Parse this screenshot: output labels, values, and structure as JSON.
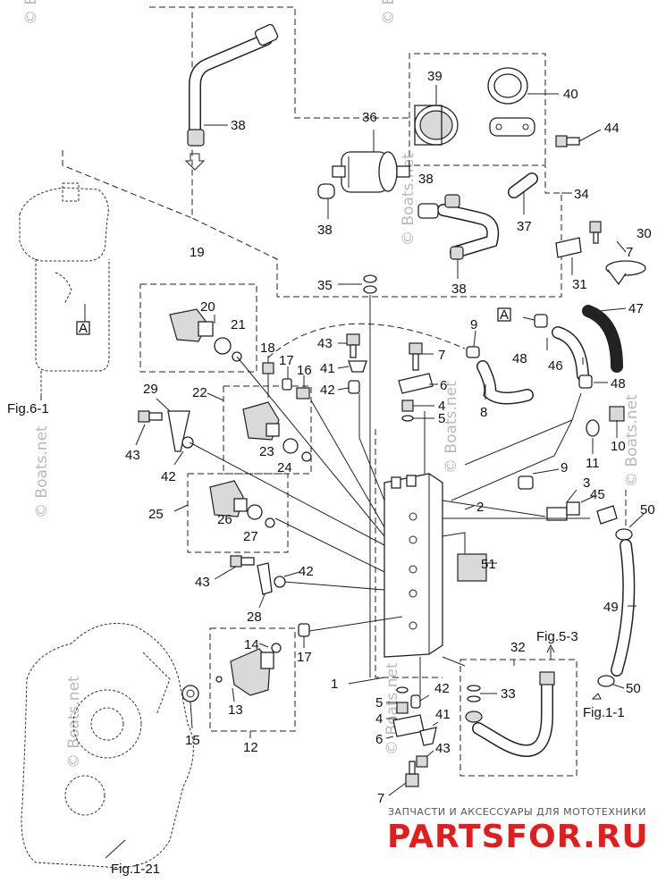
{
  "callouts": [
    "1",
    "2",
    "3",
    "4",
    "4",
    "5",
    "5",
    "6",
    "6",
    "7",
    "7",
    "7",
    "8",
    "9",
    "9",
    "10",
    "11",
    "12",
    "13",
    "14",
    "15",
    "16",
    "17",
    "17",
    "18",
    "19",
    "20",
    "21",
    "22",
    "23",
    "24",
    "25",
    "26",
    "27",
    "28",
    "29",
    "30",
    "31",
    "32",
    "33",
    "34",
    "35",
    "36",
    "37",
    "38",
    "38",
    "38",
    "38",
    "39",
    "40",
    "41",
    "41",
    "42",
    "42",
    "42",
    "42",
    "43",
    "43",
    "43",
    "43",
    "44",
    "45",
    "46",
    "47",
    "48",
    "48",
    "49",
    "50",
    "50",
    "51"
  ],
  "figure_refs": {
    "fig_6_1": "Fig.6-1",
    "fig_1_21": "Fig.1-21",
    "fig_5_3": "Fig.5-3",
    "fig_1_1": "Fig.1-1"
  },
  "markers": {
    "a1": "A",
    "a2": "A"
  },
  "watermarks": {
    "boats_net": "© Boats.net"
  },
  "brand": {
    "tagline": "ЗАПЧАСТИ И АКСЕССУАРЫ ДЛЯ МОТОТЕХНИКИ",
    "name": "PARTSFOR.RU",
    "color": "#e11d1d"
  }
}
